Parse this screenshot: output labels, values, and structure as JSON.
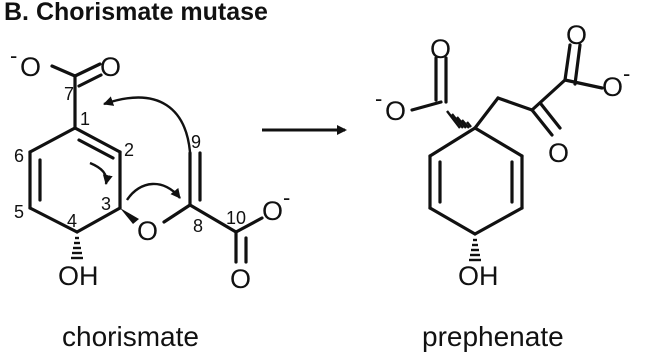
{
  "figure": {
    "title": "B. Chorismate mutase",
    "reactant_name": "chorismate",
    "product_name": "prephenate"
  },
  "chorismate": {
    "atom_numbers": [
      "1",
      "2",
      "3",
      "4",
      "5",
      "6",
      "7",
      "8",
      "9",
      "10"
    ],
    "labels": {
      "carboxylate_O_top": "O",
      "carboxylate_O_left": "O",
      "carboxylate_charge": "-",
      "ether_O": "O",
      "hydroxyl": "OH",
      "acid_O_right": "O",
      "acid_O_bottom": "O",
      "acid_charge": "-"
    }
  },
  "prephenate": {
    "labels": {
      "carboxylate_O_top": "O",
      "carboxylate_O_left": "O",
      "carboxylate_charge": "-",
      "keto_O": "O",
      "acid_O_top": "O",
      "acid_O_right": "O",
      "acid_charge": "-",
      "hydroxyl": "OH"
    }
  },
  "colors": {
    "ink": "#111111",
    "background": "#ffffff"
  }
}
